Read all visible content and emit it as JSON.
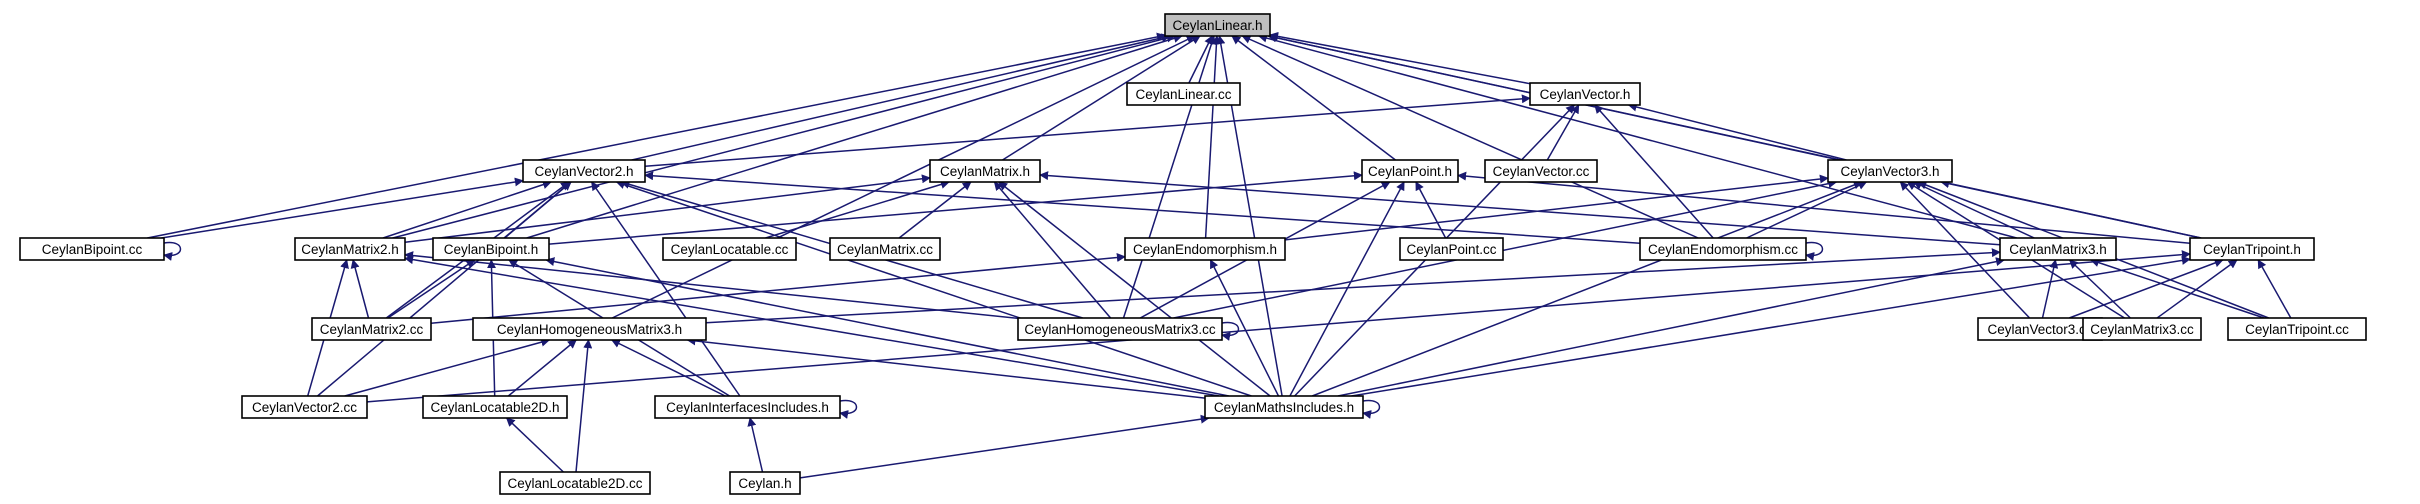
{
  "colors": {
    "edge": "#191970",
    "node_border": "#000000",
    "node_fill": "#ffffff",
    "focus_fill": "#bfbfbf",
    "background": "#ffffff"
  },
  "nodes": [
    {
      "id": "linear_h",
      "label": "CeylanLinear.h",
      "focus": true
    },
    {
      "id": "linear_cc",
      "label": "CeylanLinear.cc"
    },
    {
      "id": "vector_h",
      "label": "CeylanVector.h"
    },
    {
      "id": "vector2_h",
      "label": "CeylanVector2.h"
    },
    {
      "id": "matrix_h",
      "label": "CeylanMatrix.h"
    },
    {
      "id": "point_h",
      "label": "CeylanPoint.h"
    },
    {
      "id": "vector_cc",
      "label": "CeylanVector.cc"
    },
    {
      "id": "vector3_h",
      "label": "CeylanVector3.h"
    },
    {
      "id": "bipoint_cc",
      "label": "CeylanBipoint.cc"
    },
    {
      "id": "matrix2_h",
      "label": "CeylanMatrix2.h"
    },
    {
      "id": "bipoint_h",
      "label": "CeylanBipoint.h"
    },
    {
      "id": "locatable_cc",
      "label": "CeylanLocatable.cc"
    },
    {
      "id": "matrix_cc",
      "label": "CeylanMatrix.cc"
    },
    {
      "id": "endomorphism_h",
      "label": "CeylanEndomorphism.h"
    },
    {
      "id": "point_cc",
      "label": "CeylanPoint.cc"
    },
    {
      "id": "endomorphism_cc",
      "label": "CeylanEndomorphism.cc"
    },
    {
      "id": "matrix3_h",
      "label": "CeylanMatrix3.h"
    },
    {
      "id": "tripoint_h",
      "label": "CeylanTripoint.h"
    },
    {
      "id": "matrix2_cc",
      "label": "CeylanMatrix2.cc"
    },
    {
      "id": "hmatrix3_h",
      "label": "CeylanHomogeneousMatrix3.h"
    },
    {
      "id": "hmatrix3_cc",
      "label": "CeylanHomogeneousMatrix3.cc"
    },
    {
      "id": "vector3_cc",
      "label": "CeylanVector3.cc"
    },
    {
      "id": "matrix3_cc",
      "label": "CeylanMatrix3.cc"
    },
    {
      "id": "tripoint_cc",
      "label": "CeylanTripoint.cc"
    },
    {
      "id": "vector2_cc",
      "label": "CeylanVector2.cc"
    },
    {
      "id": "locatable2d_h",
      "label": "CeylanLocatable2D.h"
    },
    {
      "id": "interfaces_h",
      "label": "CeylanInterfacesIncludes.h"
    },
    {
      "id": "maths_h",
      "label": "CeylanMathsIncludes.h"
    },
    {
      "id": "locatable2d_cc",
      "label": "CeylanLocatable2D.cc"
    },
    {
      "id": "ceylan_h",
      "label": "Ceylan.h"
    }
  ],
  "edges": [
    [
      "linear_cc",
      "linear_h"
    ],
    [
      "vector_h",
      "linear_h"
    ],
    [
      "vector2_h",
      "linear_h"
    ],
    [
      "matrix_h",
      "linear_h"
    ],
    [
      "point_h",
      "linear_h"
    ],
    [
      "vector3_h",
      "linear_h"
    ],
    [
      "bipoint_cc",
      "linear_h"
    ],
    [
      "matrix2_h",
      "linear_h"
    ],
    [
      "bipoint_h",
      "linear_h"
    ],
    [
      "endomorphism_h",
      "linear_h"
    ],
    [
      "endomorphism_cc",
      "linear_h"
    ],
    [
      "matrix3_h",
      "linear_h"
    ],
    [
      "tripoint_h",
      "linear_h"
    ],
    [
      "hmatrix3_h",
      "linear_h"
    ],
    [
      "hmatrix3_cc",
      "linear_h"
    ],
    [
      "maths_h",
      "linear_h"
    ],
    [
      "vector_cc",
      "vector_h"
    ],
    [
      "vector2_h",
      "vector_h"
    ],
    [
      "vector3_h",
      "vector_h"
    ],
    [
      "endomorphism_cc",
      "vector_h"
    ],
    [
      "maths_h",
      "vector_h"
    ],
    [
      "bipoint_cc",
      "vector2_h"
    ],
    [
      "matrix2_h",
      "vector2_h"
    ],
    [
      "bipoint_h",
      "vector2_h"
    ],
    [
      "endomorphism_cc",
      "vector2_h"
    ],
    [
      "matrix2_cc",
      "vector2_h"
    ],
    [
      "hmatrix3_cc",
      "vector2_h"
    ],
    [
      "vector2_cc",
      "vector2_h"
    ],
    [
      "maths_h",
      "vector2_h"
    ],
    [
      "interfaces_h",
      "vector2_h"
    ],
    [
      "matrix2_h",
      "matrix_h"
    ],
    [
      "locatable_cc",
      "matrix_h"
    ],
    [
      "matrix_cc",
      "matrix_h"
    ],
    [
      "matrix3_h",
      "matrix_h"
    ],
    [
      "hmatrix3_cc",
      "matrix_h"
    ],
    [
      "maths_h",
      "matrix_h"
    ],
    [
      "bipoint_h",
      "point_h"
    ],
    [
      "point_cc",
      "point_h"
    ],
    [
      "tripoint_h",
      "point_h"
    ],
    [
      "hmatrix3_cc",
      "point_h"
    ],
    [
      "maths_h",
      "point_h"
    ],
    [
      "endomorphism_h",
      "vector3_h"
    ],
    [
      "endomorphism_cc",
      "vector3_h"
    ],
    [
      "matrix3_h",
      "vector3_h"
    ],
    [
      "tripoint_h",
      "vector3_h"
    ],
    [
      "hmatrix3_cc",
      "vector3_h"
    ],
    [
      "vector3_cc",
      "vector3_h"
    ],
    [
      "matrix3_cc",
      "vector3_h"
    ],
    [
      "tripoint_cc",
      "vector3_h"
    ],
    [
      "maths_h",
      "vector3_h"
    ],
    [
      "bipoint_cc",
      "bipoint_cc"
    ],
    [
      "endomorphism_cc",
      "endomorphism_cc"
    ],
    [
      "hmatrix3_cc",
      "hmatrix3_cc"
    ],
    [
      "interfaces_h",
      "interfaces_h"
    ],
    [
      "maths_h",
      "maths_h"
    ],
    [
      "matrix2_cc",
      "matrix2_h"
    ],
    [
      "vector2_cc",
      "matrix2_h"
    ],
    [
      "maths_h",
      "matrix2_h"
    ],
    [
      "hmatrix3_cc",
      "matrix2_h"
    ],
    [
      "matrix2_cc",
      "bipoint_h"
    ],
    [
      "locatable2d_h",
      "bipoint_h"
    ],
    [
      "interfaces_h",
      "bipoint_h"
    ],
    [
      "maths_h",
      "bipoint_h"
    ],
    [
      "matrix2_cc",
      "endomorphism_h"
    ],
    [
      "maths_h",
      "endomorphism_h"
    ],
    [
      "hmatrix3_h",
      "matrix3_h"
    ],
    [
      "vector3_cc",
      "matrix3_h"
    ],
    [
      "matrix3_cc",
      "matrix3_h"
    ],
    [
      "tripoint_cc",
      "matrix3_h"
    ],
    [
      "maths_h",
      "matrix3_h"
    ],
    [
      "vector3_cc",
      "tripoint_h"
    ],
    [
      "matrix3_cc",
      "tripoint_h"
    ],
    [
      "tripoint_cc",
      "tripoint_h"
    ],
    [
      "vector2_cc",
      "tripoint_h"
    ],
    [
      "maths_h",
      "tripoint_h"
    ],
    [
      "vector2_cc",
      "hmatrix3_h"
    ],
    [
      "locatable2d_h",
      "hmatrix3_h"
    ],
    [
      "interfaces_h",
      "hmatrix3_h"
    ],
    [
      "locatable2d_cc",
      "hmatrix3_h"
    ],
    [
      "maths_h",
      "hmatrix3_h"
    ],
    [
      "locatable2d_cc",
      "locatable2d_h"
    ],
    [
      "ceylan_h",
      "interfaces_h"
    ],
    [
      "ceylan_h",
      "maths_h"
    ]
  ]
}
